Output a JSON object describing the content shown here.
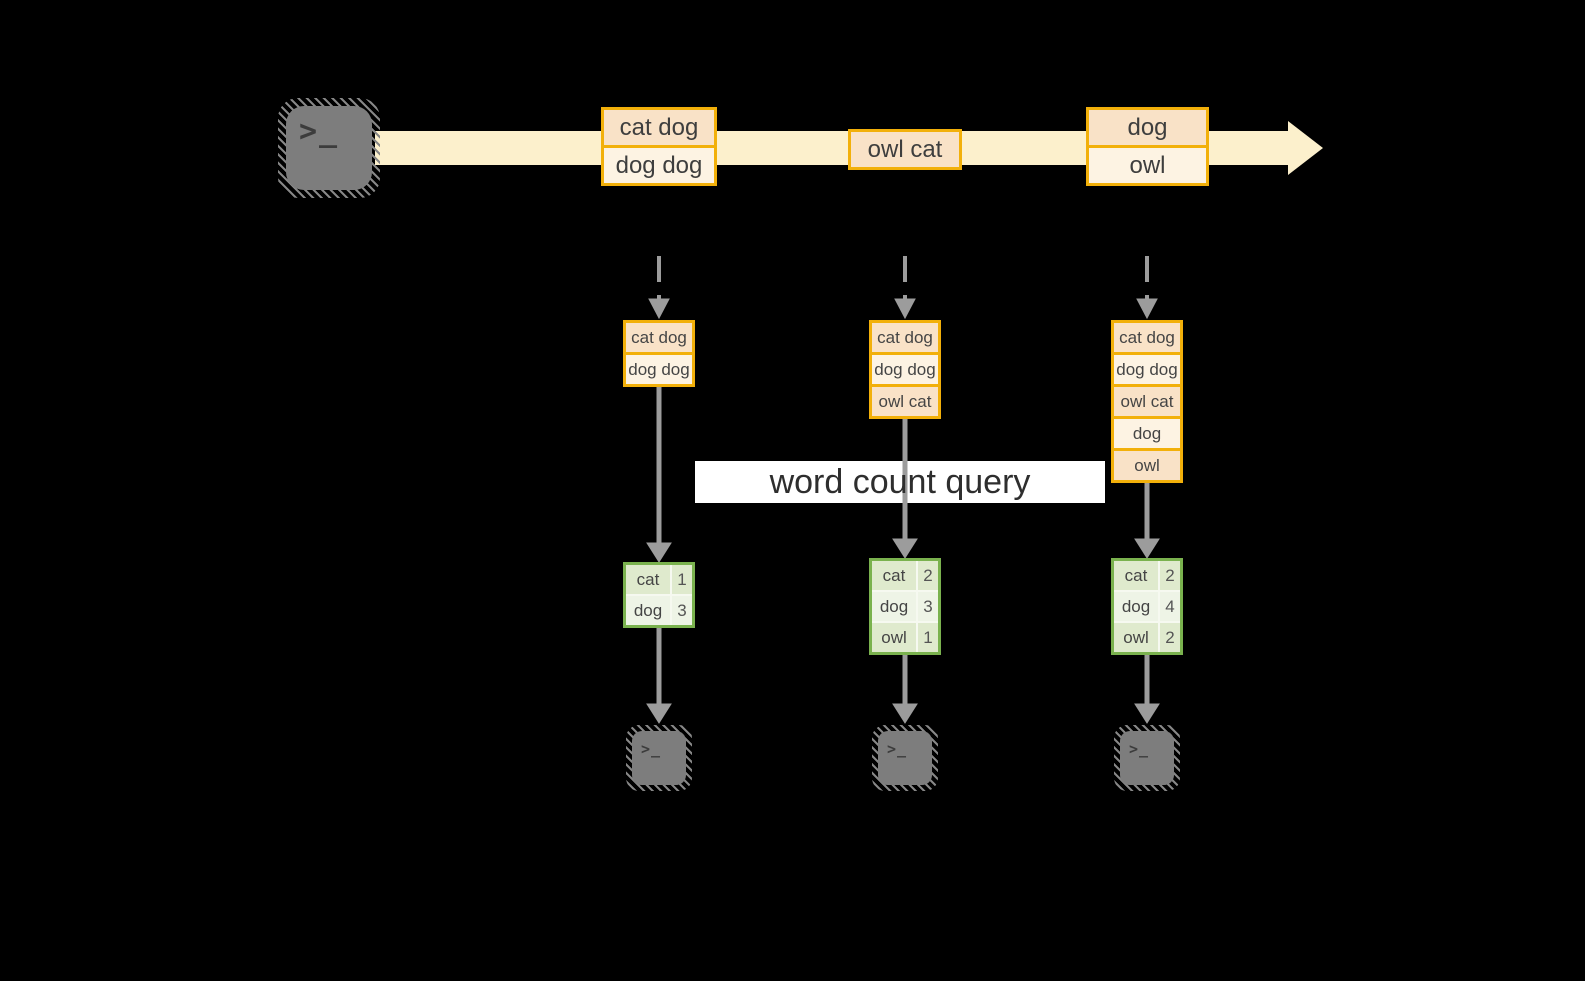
{
  "label": {
    "word_count_query": "word count query"
  },
  "icons": {
    "terminal_glyph": ">_",
    "source_icon": "terminal-icon",
    "sink_icon": "terminal-icon"
  },
  "colors": {
    "orange_border": "#f2b00a",
    "peach_fill": "#f9e2c7",
    "cream_fill": "#fdf3e3",
    "stream_band": "#fcf0cc",
    "green_border": "#7ab24e",
    "green_cell_dark": "#dfeacd",
    "green_cell_light": "#eef4e6",
    "arrow_gray": "#9c9c9c",
    "terminal_gray": "#7d7d7d",
    "label_background": "#ffffff"
  },
  "timeline": {
    "events": [
      {
        "lines": [
          "cat dog",
          "dog dog"
        ]
      },
      {
        "lines": [
          "owl cat"
        ]
      },
      {
        "lines": [
          "dog",
          "owl"
        ]
      }
    ]
  },
  "columns": [
    {
      "stack": [
        "cat dog",
        "dog dog"
      ],
      "counts": [
        {
          "word": "cat",
          "count": 1
        },
        {
          "word": "dog",
          "count": 3
        }
      ]
    },
    {
      "stack": [
        "cat dog",
        "dog dog",
        "owl cat"
      ],
      "counts": [
        {
          "word": "cat",
          "count": 2
        },
        {
          "word": "dog",
          "count": 3
        },
        {
          "word": "owl",
          "count": 1
        }
      ]
    },
    {
      "stack": [
        "cat dog",
        "dog dog",
        "owl cat",
        "dog",
        "owl"
      ],
      "counts": [
        {
          "word": "cat",
          "count": 2
        },
        {
          "word": "dog",
          "count": 4
        },
        {
          "word": "owl",
          "count": 2
        }
      ]
    }
  ]
}
